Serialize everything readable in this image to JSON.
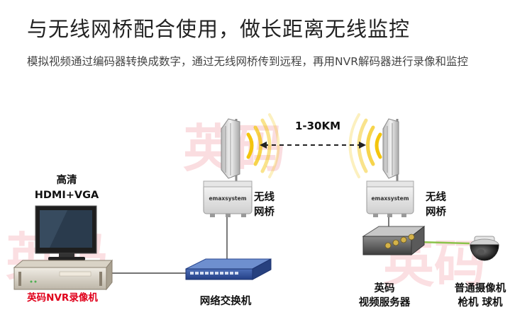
{
  "header": {
    "title": "与无线网桥配合使用，做长距离无线监控",
    "description": "模拟视频通过编码器转换成数字，通过无线网桥传到远程，再用NVR解码器进行录像和监控"
  },
  "diagram": {
    "distance_label": "1-30KM",
    "watermark": "英码",
    "left_bridge": {
      "brand": "emaxsystem",
      "label_line1": "无线",
      "label_line2": "网桥"
    },
    "right_bridge": {
      "brand": "emaxsystem",
      "label_line1": "无线",
      "label_line2": "网桥"
    },
    "monitor": {
      "label_line1": "高清",
      "label_line2": "HDMI+VGA"
    },
    "nvr": {
      "label": "英码NVR录像机"
    },
    "switch": {
      "label": "网络交换机"
    },
    "video_server": {
      "label_line1": "英码",
      "label_line2": "视频服务器"
    },
    "camera": {
      "label_line1": "普通摄像机",
      "label_line2": "枪机  球机"
    },
    "colors": {
      "accent_red": "#e0001b",
      "signal": "#f2c200",
      "video_cable": "#8bc34a"
    }
  }
}
